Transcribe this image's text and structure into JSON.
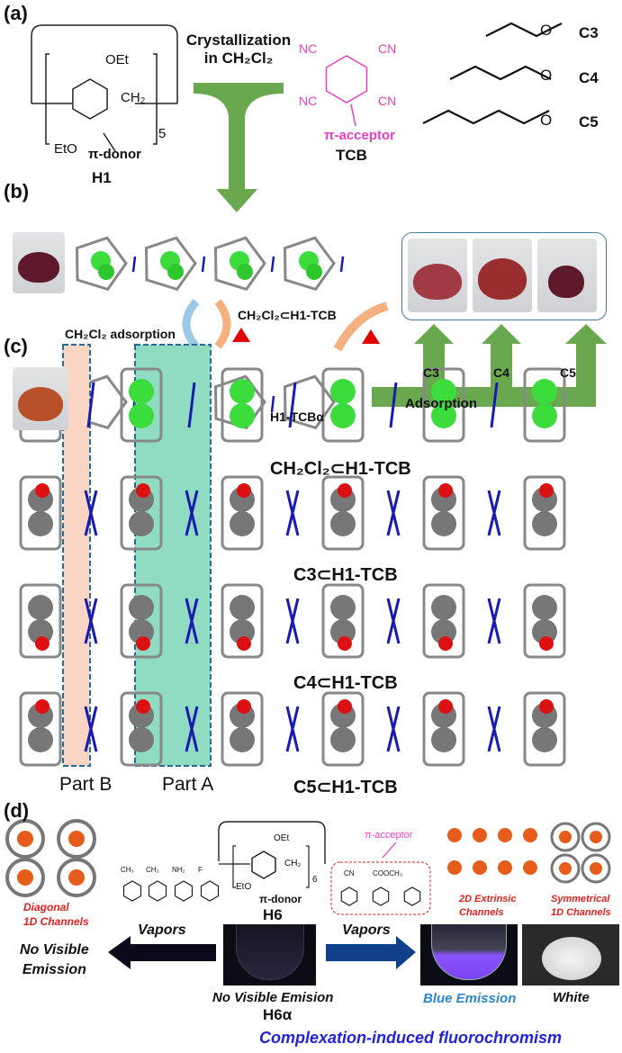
{
  "panels": {
    "a": "(a)",
    "b": "(b)",
    "c": "(c)",
    "d": "(d)"
  },
  "panel_a": {
    "crystallization_line1": "Crystallization",
    "crystallization_line2": "in CH₂Cl₂",
    "h1_oet": "OEt",
    "h1_eto": "EtO",
    "h1_ch2": "CH₂",
    "h1_repeat": "5",
    "h1_donor": "π-donor",
    "h1_name": "H1",
    "tcb_cn": "CN",
    "tcb_nc": "NC",
    "tcb_acceptor": "π-acceptor",
    "tcb_name": "TCB",
    "aldehydes": [
      {
        "label": "C3"
      },
      {
        "label": "C4"
      },
      {
        "label": "C5"
      }
    ],
    "oxygen": "O"
  },
  "panel_b": {
    "dcm_adsorption": "CH₂Cl₂ adsorption",
    "complex_label": "CH₂Cl₂⊂H1-TCB",
    "alpha_label": "H1-TCBα",
    "adsorption": "Adsorption",
    "branches": [
      "C3",
      "C4",
      "C5"
    ]
  },
  "panel_c": {
    "rows": [
      {
        "label": "CH₂Cl₂⊂H1-TCB",
        "guest": "#3ddc3d"
      },
      {
        "label": "C3⊂H1-TCB",
        "guest": "#777777"
      },
      {
        "label": "C4⊂H1-TCB",
        "guest": "#777777"
      },
      {
        "label": "C5⊂H1-TCB",
        "guest": "#777777"
      }
    ],
    "part_b": "Part B",
    "part_a": "Part A"
  },
  "panel_d": {
    "left_channels": [
      "Diagonal",
      "1D Channels"
    ],
    "vapor_left_molecules": [
      "CH₃",
      "CH₃",
      "NH₂",
      "F"
    ],
    "vapors_left": "Vapors",
    "no_visible_emission": [
      "No Visible",
      "Emission"
    ],
    "h6_oet": "OEt",
    "h6_eto": "EtO",
    "h6_ch2": "CH₂",
    "h6_repeat": "6",
    "h6_donor": "π-donor",
    "h6_name": "H6",
    "acceptor_label": "π-acceptor",
    "acceptor_groups": [
      "CN",
      "COOCH₃"
    ],
    "extrinsic": [
      "2D Extrinsic",
      "Channels"
    ],
    "symmetrical": [
      "Symmetrical",
      "1D Channels"
    ],
    "vapors_right": "Vapors",
    "no_visible_emision": "No Visible Emision",
    "h6_alpha": "H6α",
    "blue_emission": "Blue Emission",
    "white": "White",
    "title": "Complexation-induced fluorochromism"
  },
  "colors": {
    "green_arrow": "#6aa84f",
    "magenta": "#e83fbf",
    "blue_text": "#2222dd",
    "red_text": "#e0201c",
    "blue_emission": "#2b86d0"
  }
}
